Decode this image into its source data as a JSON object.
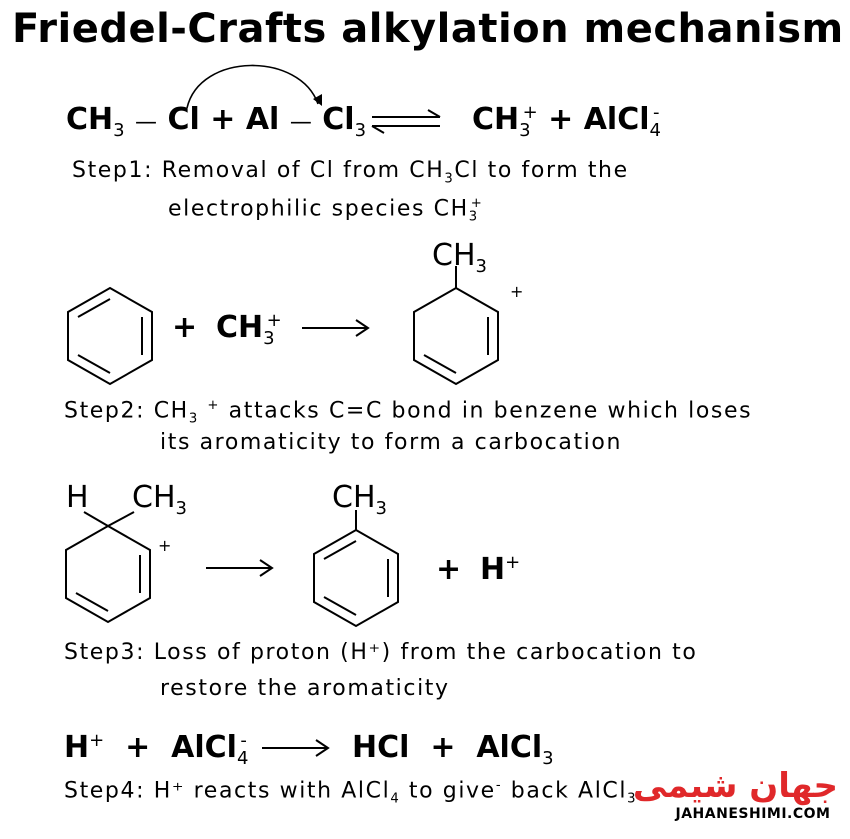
{
  "title": "Friedel-Crafts alkylation mechanism",
  "eq1": {
    "ch3": "CH",
    "sub3": "3",
    "dash1": "—",
    "cl": "Cl",
    "plus": "+",
    "al": "Al",
    "dash2": "—",
    "cl3": "Cl",
    "sub3b": "3",
    "prod_ch3": "CH",
    "prod_sub": "3",
    "prod_sup": "+",
    "prod_plus": "+",
    "alcl4": "AlCl",
    "alcl4_sub": "4",
    "alcl4_sup": "-"
  },
  "step1": {
    "line1_a": "Step1: Removal of Cl  from CH",
    "line1_sub": "3",
    "line1_b": "Cl to form the",
    "line2": "electrophilic species  CH",
    "line2_sub": "3",
    "line2_sup": "+"
  },
  "eq2": {
    "plus": "+",
    "ch3": "CH",
    "sub": "3",
    "sup": "+",
    "prod_ch3": "CH",
    "prod_sub": "3",
    "prod_charge": "+"
  },
  "step2": {
    "line1_a": "Step2: CH",
    "line1_sub": "3",
    "line1_sup": "+",
    "line1_b": " attacks C=C bond in benzene which loses",
    "line2": "its aromaticity to form a carbocation"
  },
  "eq3": {
    "h": "H",
    "ch3": "CH",
    "sub": "3",
    "charge": "+",
    "prod_ch3": "CH",
    "prod_sub": "3",
    "plus": "+",
    "h_prod": "H",
    "h_sup": "+"
  },
  "step3": {
    "line1": "Step3: Loss of proton (H⁺) from the carbocation to",
    "line2": "restore the aromaticity"
  },
  "eq4": {
    "h": "H",
    "h_sup": "+",
    "plus1": "+",
    "alcl": "AlCl",
    "alcl_sub": "4",
    "alcl_sup": "-",
    "hcl": "HCl",
    "plus2": "+",
    "alcl3": "AlCl",
    "alcl3_sub": "3"
  },
  "step4": {
    "line_a": "Step4: H⁺  reacts with AlCl",
    "line_sub": "4",
    "line_b": " to give",
    "line_sup": "-",
    "line_c": " back AlCl",
    "line_sub2": "3"
  },
  "watermark": {
    "brand_fa": "جهان شیمی",
    "site": "JAHANESHIMI.COM"
  }
}
